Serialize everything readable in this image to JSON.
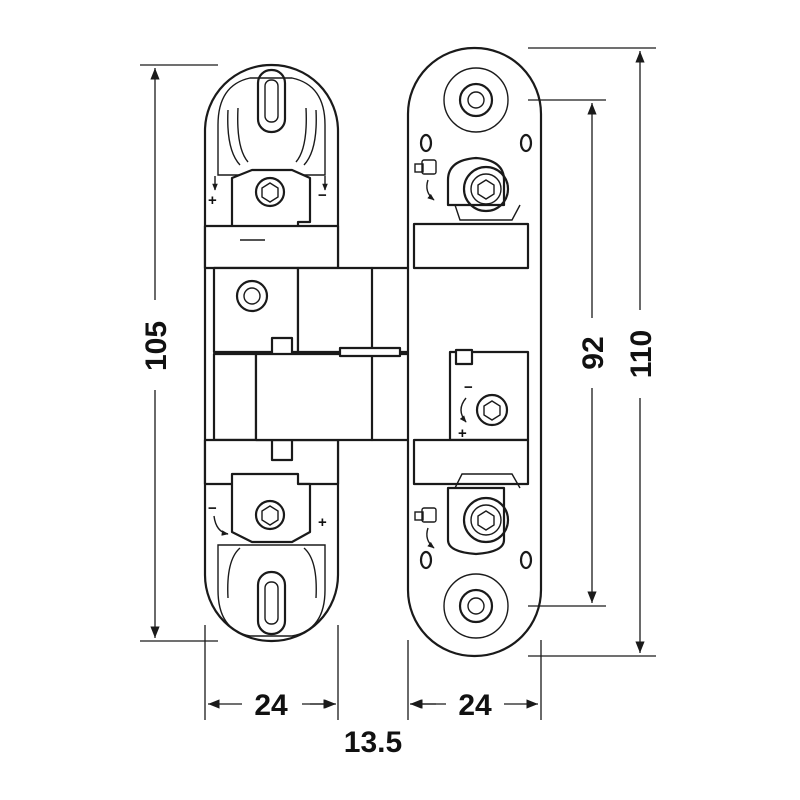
{
  "dimensions": {
    "total_height_left": "105",
    "total_height_right": "110",
    "screw_spacing": "92",
    "left_width": "24",
    "right_width": "24",
    "gap": "13.5"
  },
  "adjust_marks": {
    "plus": "+",
    "minus": "−"
  }
}
